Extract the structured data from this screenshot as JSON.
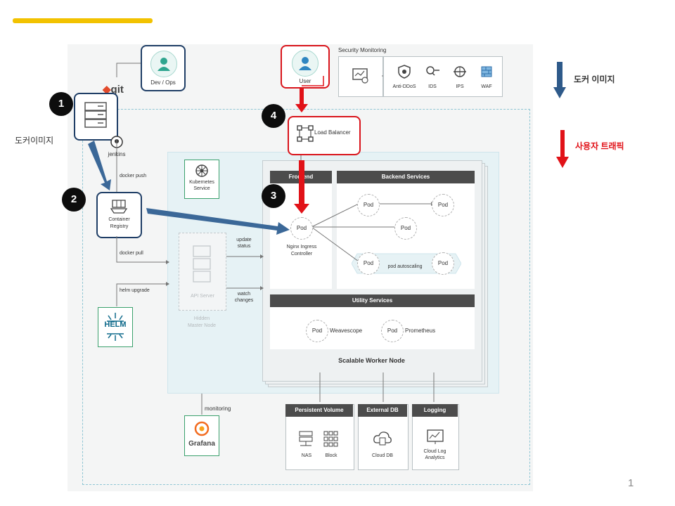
{
  "header": {
    "accent_color": "#f2c200"
  },
  "diagram": {
    "git_label": "git",
    "devops_label": "Dev / Ops",
    "user_label": "User",
    "security_monitoring_label": "Security Monitoring",
    "security_items": [
      "Anti-DDoS",
      "IDS",
      "IPS",
      "WAF"
    ],
    "jenkins_label": "jenkins",
    "docker_push_label": "docker push",
    "docker_pull_label": "docker pull",
    "helm_upgrade_label": "helm upgrade",
    "container_registry_label": [
      "Container",
      "Registry"
    ],
    "kubernetes_service_label": [
      "Kubernetes",
      "Service"
    ],
    "helm_label": "HELM",
    "api_server_label": "API Server",
    "hidden_master_label": [
      "Hidden",
      "Master Node"
    ],
    "update_status_label": [
      "update",
      "status"
    ],
    "watch_changes_label": [
      "watch",
      "changes"
    ],
    "load_balancer_label": "Load Balancer",
    "frontend_label": "Frontend",
    "backend_label": "Backend Services",
    "utility_label": "Utility Services",
    "pod_label": "Pod",
    "nginx_label": [
      "Nginx Ingress",
      "Controller"
    ],
    "pod_autoscaling_label": "pod autoscaling",
    "weavescope_label": "Weavescope",
    "prometheus_label": "Prometheus",
    "scalable_worker_label": "Scalable Worker Node",
    "monitoring_label": "monitoring",
    "grafana_label": "Grafana",
    "persistent_volume_label": "Persistent Volume",
    "external_db_label": "External DB",
    "logging_label": "Logging",
    "nas_label": "NAS",
    "block_label": "Block",
    "cloud_db_label": "Cloud DB",
    "cloud_log_label": [
      "Cloud Log",
      "Analytics"
    ]
  },
  "badges": [
    "1",
    "2",
    "3",
    "4"
  ],
  "annotations": {
    "docker_image_left": "도커이미지",
    "legend_docker_image": "도커 이미지",
    "legend_user_traffic": "사용자 트래픽",
    "legend_docker_color": "#2e5a8a",
    "legend_traffic_color": "#e11218"
  },
  "page_number": "1"
}
